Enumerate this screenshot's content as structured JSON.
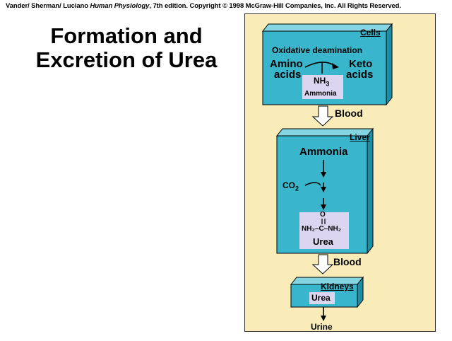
{
  "credit": {
    "authors": "Vander/ Sherman/ Luciano ",
    "book": "Human Physiology",
    "rest": ", 7th edition. Copyright © 1998 McGraw-Hill Companies, Inc. All Rights Reserved."
  },
  "title": {
    "line1": "Formation and",
    "line2": "Excretion of Urea"
  },
  "cells": {
    "label": "Cells",
    "process": "Oxidative deamination",
    "amino_1": "Amino",
    "amino_2": "acids",
    "keto_1": "Keto",
    "keto_2": "acids",
    "nh3_base": "NH",
    "nh3_sub": "3",
    "ammonia_small": "Ammonia"
  },
  "blood_1": "Blood",
  "liver": {
    "label": "Liver",
    "ammonia": "Ammonia",
    "co2_base": "CO",
    "co2_sub": "2",
    "o_atom": "O",
    "urea_formula": "NH₂–C–NH₂",
    "urea": "Urea"
  },
  "blood_2": "Blood",
  "kidneys": {
    "label": "Kidneys",
    "urea": "Urea"
  },
  "urine": "Urine",
  "colors": {
    "panel_bg": "#faecb8",
    "box_front": "#3ab6cc",
    "box_top": "#84d5e2",
    "box_side": "#1d8ea6",
    "label_bg": "#dcd5f0"
  }
}
